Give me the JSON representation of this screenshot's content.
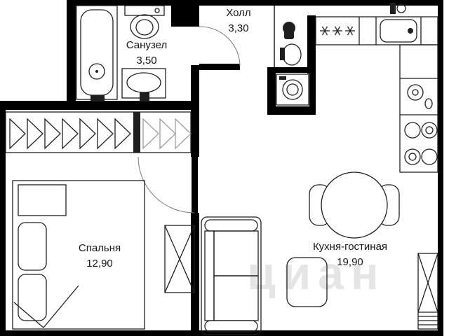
{
  "plan": {
    "watermark": "циан",
    "rooms": {
      "hall": {
        "name": "Холл",
        "area": "3,30"
      },
      "bathroom": {
        "name": "Санузел",
        "area": "3,50"
      },
      "bedroom": {
        "name": "Спальня",
        "area": "12,90"
      },
      "kitchen": {
        "name": "Кухня-гостиная",
        "area": "19,90"
      }
    },
    "symbols": {
      "fridge": "***"
    },
    "colors": {
      "wall": "#000000",
      "line": "#1f1f1f",
      "light_line": "#9e9e9e",
      "bg": "#ffffff"
    }
  }
}
